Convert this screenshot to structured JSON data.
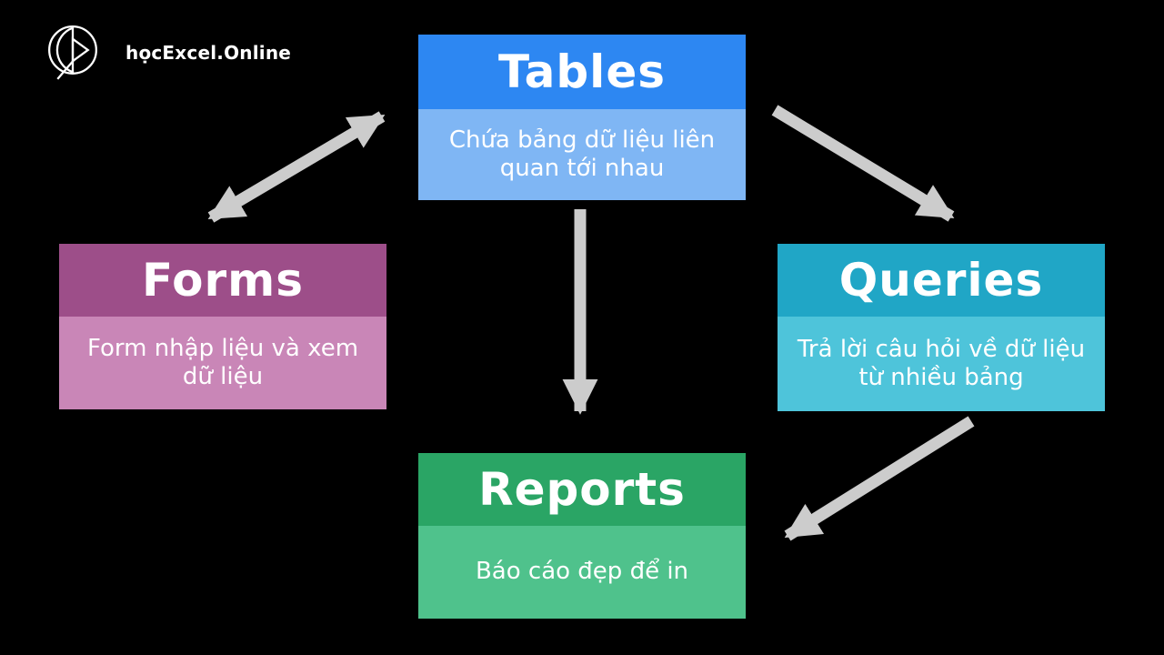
{
  "page": {
    "background": "#000000"
  },
  "logo": {
    "text": "họcExcel.Online",
    "icon": "compass-circle-icon",
    "color": "#ffffff"
  },
  "nodes": {
    "tables": {
      "title": "Tables",
      "desc": "Chứa bảng dữ liệu liên quan tới nhau",
      "header_color": "#2d87f2",
      "body_color": "#7fb6f4"
    },
    "forms": {
      "title": "Forms",
      "desc": "Form nhập liệu và xem dữ liệu",
      "header_color": "#9d4e89",
      "body_color": "#c986b7"
    },
    "queries": {
      "title": "Queries",
      "desc": "Trả lời câu hỏi về dữ liệu từ nhiều bảng",
      "header_color": "#20a6c6",
      "body_color": "#4ec4da"
    },
    "reports": {
      "title": "Reports",
      "desc": "Báo cáo đẹp để in",
      "header_color": "#2aa565",
      "body_color": "#4fc28c"
    }
  },
  "arrows": {
    "color": "#cccccc",
    "connections": [
      {
        "from": "forms",
        "to": "tables",
        "bidirectional": true
      },
      {
        "from": "tables",
        "to": "reports",
        "bidirectional": false
      },
      {
        "from": "tables",
        "to": "queries",
        "bidirectional": false
      },
      {
        "from": "queries",
        "to": "reports",
        "bidirectional": false
      }
    ]
  }
}
